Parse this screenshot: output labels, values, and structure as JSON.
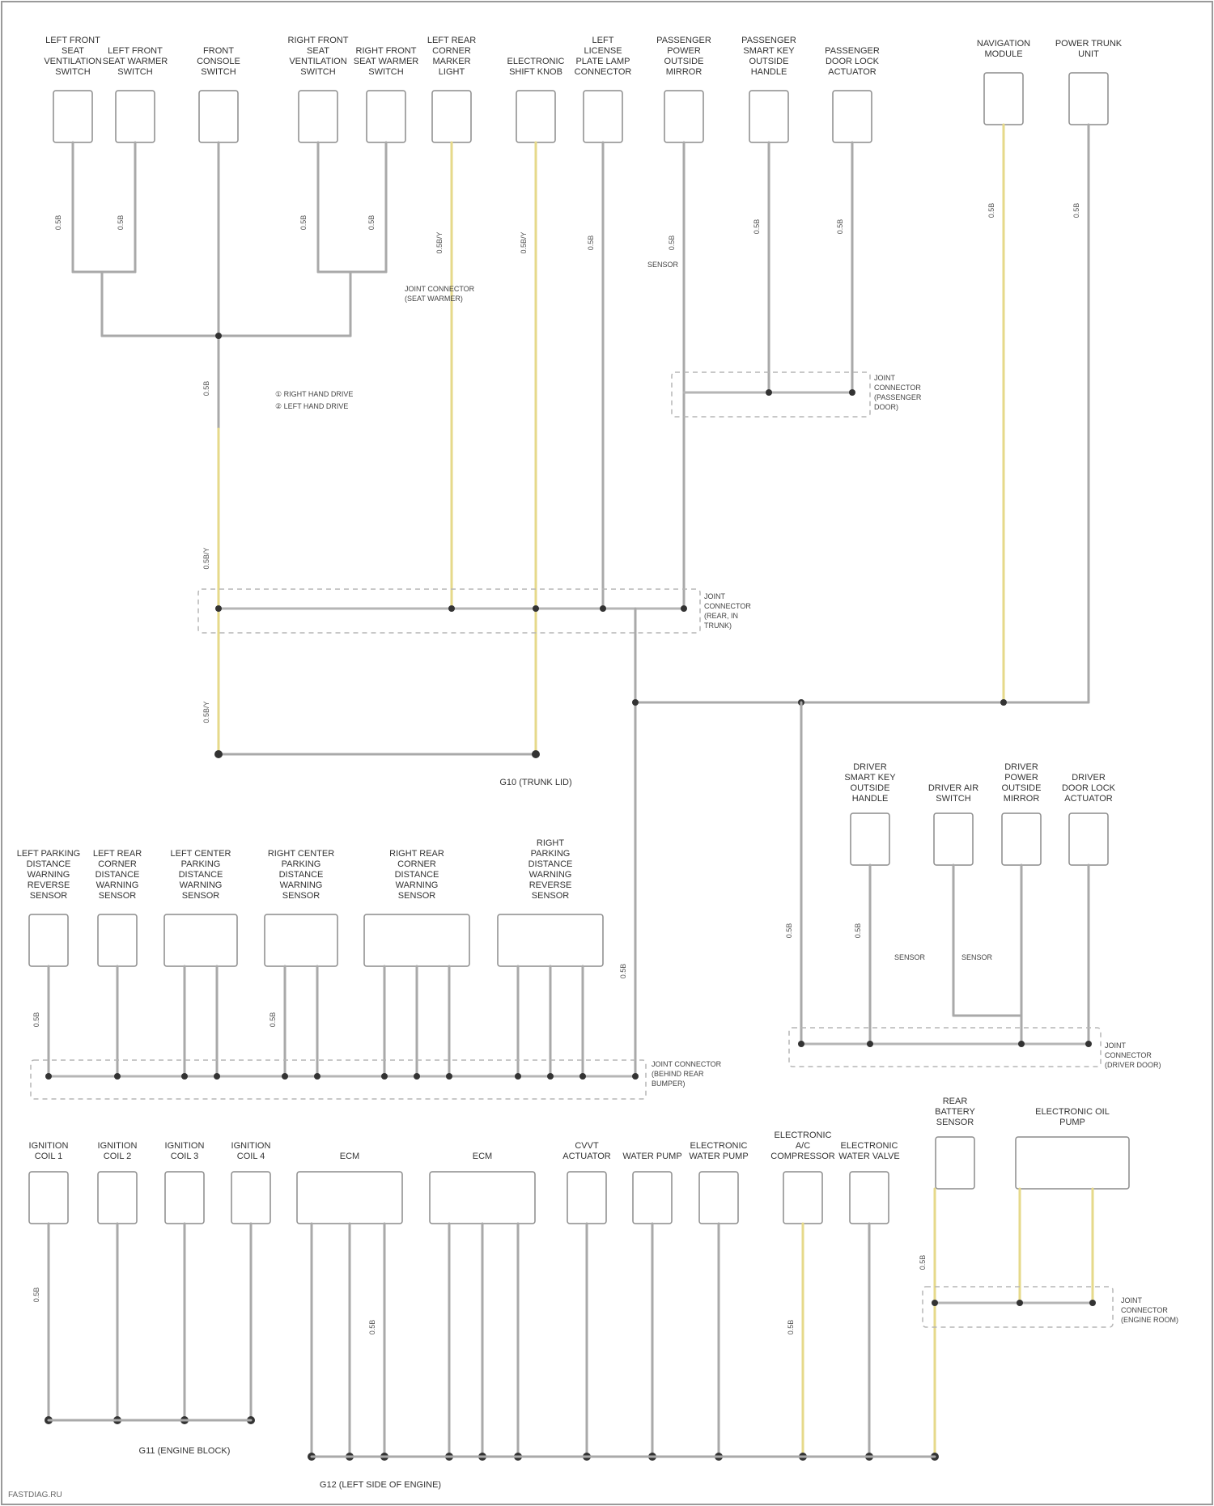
{
  "diagram": {
    "colors": {
      "frame": "#9a9a9a",
      "wire": "#a9a9a9",
      "wire_yellow": "#e6d98a",
      "connector": "#8c8c8c",
      "bus": "#b5b5b5",
      "node": "#333333",
      "text": "#333333"
    },
    "watermark": "FASTDIAG.RU",
    "components": [
      {
        "id": "c01",
        "label": "LEFT FRONT SEAT VENTILATION SWITCH"
      },
      {
        "id": "c02",
        "label": "LEFT FRONT SEAT WARMER SWITCH"
      },
      {
        "id": "c03",
        "label": "FRONT CONSOLE SWITCH"
      },
      {
        "id": "c04",
        "label": "RIGHT FRONT SEAT VENTILATION SWITCH"
      },
      {
        "id": "c05",
        "label": "RIGHT FRONT SEAT WARMER SWITCH"
      },
      {
        "id": "c06",
        "label": "LEFT REAR CORNER MARKER LIGHT"
      },
      {
        "id": "c07",
        "label": "ELECTRONIC SHIFT KNOB"
      },
      {
        "id": "c08",
        "label": "LEFT LICENSE PLATE LAMP CONNECTOR"
      },
      {
        "id": "c09",
        "label": "PASSENGER POWER OUTSIDE MIRROR"
      },
      {
        "id": "c10",
        "label": "PASSENGER SMART KEY OUTSIDE HANDLE"
      },
      {
        "id": "c11",
        "label": "PASSENGER DOOR LOCK ACTUATOR"
      },
      {
        "id": "c12",
        "label": "NAVIGATION MODULE"
      },
      {
        "id": "c13",
        "label": "POWER TRUNK UNIT"
      },
      {
        "id": "c14",
        "label": "DRIVER SMART KEY OUTSIDE HANDLE"
      },
      {
        "id": "c15",
        "label": "DRIVER AIR SWITCH"
      },
      {
        "id": "c16",
        "label": "DRIVER POWER OUTSIDE MIRROR"
      },
      {
        "id": "c17",
        "label": "DRIVER DOOR LOCK ACTUATOR"
      },
      {
        "id": "c18",
        "label": "LEFT PARKING DISTANCE WARNING REVERSE SENSOR"
      },
      {
        "id": "c19",
        "label": "LEFT REAR CORNER DISTANCE WARNING SENSOR"
      },
      {
        "id": "c20",
        "label": "LEFT CENTER PARKING DISTANCE WARNING SENSOR"
      },
      {
        "id": "c21",
        "label": "RIGHT CENTER PARKING DISTANCE WARNING SENSOR"
      },
      {
        "id": "c22",
        "label": "RIGHT REAR CORNER DISTANCE WARNING SENSOR"
      },
      {
        "id": "c23",
        "label": "RIGHT PARKING DISTANCE WARNING REVERSE SENSOR"
      },
      {
        "id": "c24",
        "label": "IGNITION COIL 1"
      },
      {
        "id": "c25",
        "label": "IGNITION COIL 2"
      },
      {
        "id": "c26",
        "label": "IGNITION COIL 3"
      },
      {
        "id": "c27",
        "label": "IGNITION COIL 4"
      },
      {
        "id": "c28",
        "label": "ECM"
      },
      {
        "id": "c29",
        "label": "ECM"
      },
      {
        "id": "c30",
        "label": "CVVT ACTUATOR"
      },
      {
        "id": "c31",
        "label": "WATER PUMP"
      },
      {
        "id": "c32",
        "label": "ELECTRONIC WATER PUMP"
      },
      {
        "id": "c33",
        "label": "ELECTRONIC A/C COMPRESSOR"
      },
      {
        "id": "c34",
        "label": "ELECTRONIC WATER VALVE"
      },
      {
        "id": "c35",
        "label": "REAR BATTERY SENSOR"
      },
      {
        "id": "c36",
        "label": "ELECTRONIC OIL PUMP"
      }
    ],
    "splices": [
      {
        "id": "s01",
        "label": "JOINT CONNECTOR (SEAT WARMER)"
      },
      {
        "id": "s02",
        "label": "JOINT CONNECTOR (PASSENGER DOOR)"
      },
      {
        "id": "s03",
        "label": "JOINT CONNECTOR (REAR, IN TRUNK)"
      },
      {
        "id": "s04",
        "label": "JOINT CONNECTOR (BEHIND REAR BUMPER)"
      },
      {
        "id": "s05",
        "label": "JOINT CONNECTOR (DRIVER DOOR)"
      },
      {
        "id": "s06",
        "label": "JOINT CONNECTOR (ENGINE ROOM)"
      }
    ],
    "grounds": [
      {
        "id": "g01",
        "label": "G10 (TRUNK LID)"
      },
      {
        "id": "g02",
        "label": "G11 (ENGINE BLOCK)"
      },
      {
        "id": "g03",
        "label": "G12 (LEFT SIDE OF ENGINE)"
      }
    ],
    "notes": [
      {
        "id": "n01",
        "label": "RIGHT HAND DRIVE"
      },
      {
        "id": "n02",
        "label": "LEFT HAND DRIVE"
      },
      {
        "id": "n03",
        "label": "SENSOR"
      },
      {
        "id": "n04",
        "label": "SENSOR"
      },
      {
        "id": "n05",
        "label": "SENSOR"
      }
    ],
    "wires": [
      {
        "id": "w01",
        "label": "0.5B"
      },
      {
        "id": "w02",
        "label": "0.5B"
      },
      {
        "id": "w03",
        "label": "0.5B"
      },
      {
        "id": "w04",
        "label": "0.5B"
      },
      {
        "id": "w05",
        "label": "0.5B"
      },
      {
        "id": "w06",
        "label": "0.5B"
      },
      {
        "id": "w07",
        "label": "0.5B"
      },
      {
        "id": "w08",
        "label": "0.5B"
      },
      {
        "id": "w09",
        "label": "0.5B"
      },
      {
        "id": "w10",
        "label": "0.5B/Y"
      },
      {
        "id": "w11",
        "label": "0.5B/Y"
      },
      {
        "id": "w12",
        "label": "0.5B"
      },
      {
        "id": "w13",
        "label": "0.5B"
      },
      {
        "id": "w14",
        "label": "0.5B"
      },
      {
        "id": "w15",
        "label": "0.5B/Y"
      },
      {
        "id": "w16",
        "label": "0.5B"
      },
      {
        "id": "w17",
        "label": "0.5B"
      },
      {
        "id": "w18",
        "label": "0.5B/Y"
      },
      {
        "id": "w19",
        "label": "0.5B"
      },
      {
        "id": "w20",
        "label": "0.5B"
      },
      {
        "id": "w21",
        "label": "0.5B"
      },
      {
        "id": "w22",
        "label": "0.5B"
      },
      {
        "id": "w23",
        "label": "0.5B"
      },
      {
        "id": "w24",
        "label": "0.5B"
      }
    ]
  }
}
